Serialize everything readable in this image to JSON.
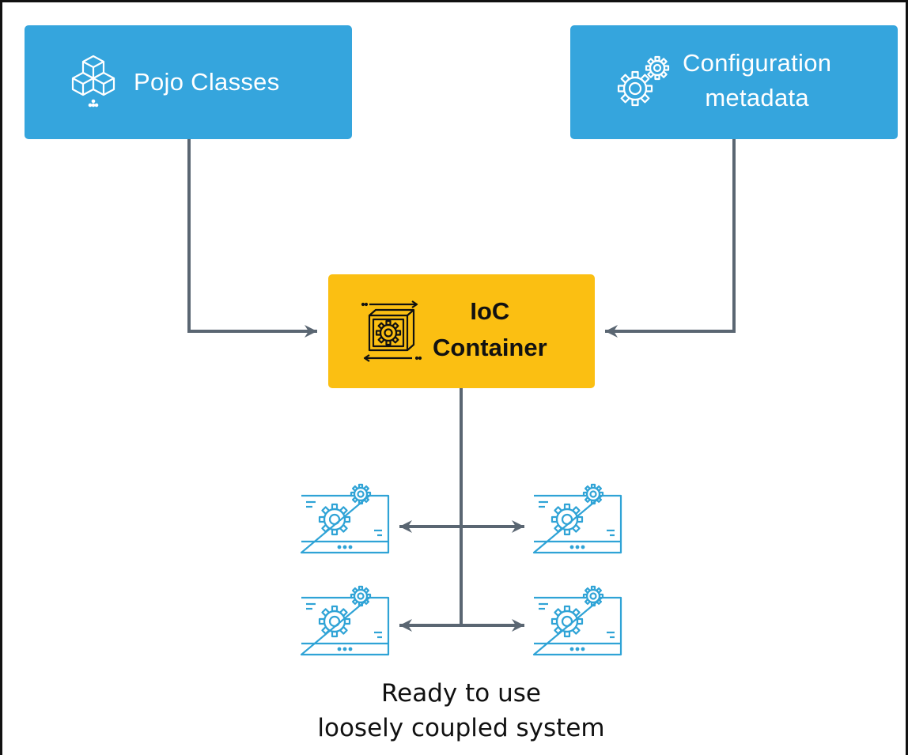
{
  "nodes": {
    "pojo": {
      "label": "Pojo Classes",
      "icon": "cubes-icon"
    },
    "config": {
      "label_line1": "Configuration",
      "label_line2": "metadata",
      "icon": "gears-icon"
    },
    "ioc": {
      "label_line1": "IoC",
      "label_line2": "Container",
      "icon": "container-gear-icon"
    }
  },
  "components": [
    {
      "icon": "component-gear-icon"
    },
    {
      "icon": "component-gear-icon"
    },
    {
      "icon": "component-gear-icon"
    },
    {
      "icon": "component-gear-icon"
    }
  ],
  "caption": {
    "line1": "Ready to use",
    "line2": "loosely coupled system"
  },
  "colors": {
    "blue_box": "#35a5dd",
    "yellow_box": "#fbbf12",
    "connector": "#5a6672",
    "component_stroke": "#2fa3d6"
  }
}
